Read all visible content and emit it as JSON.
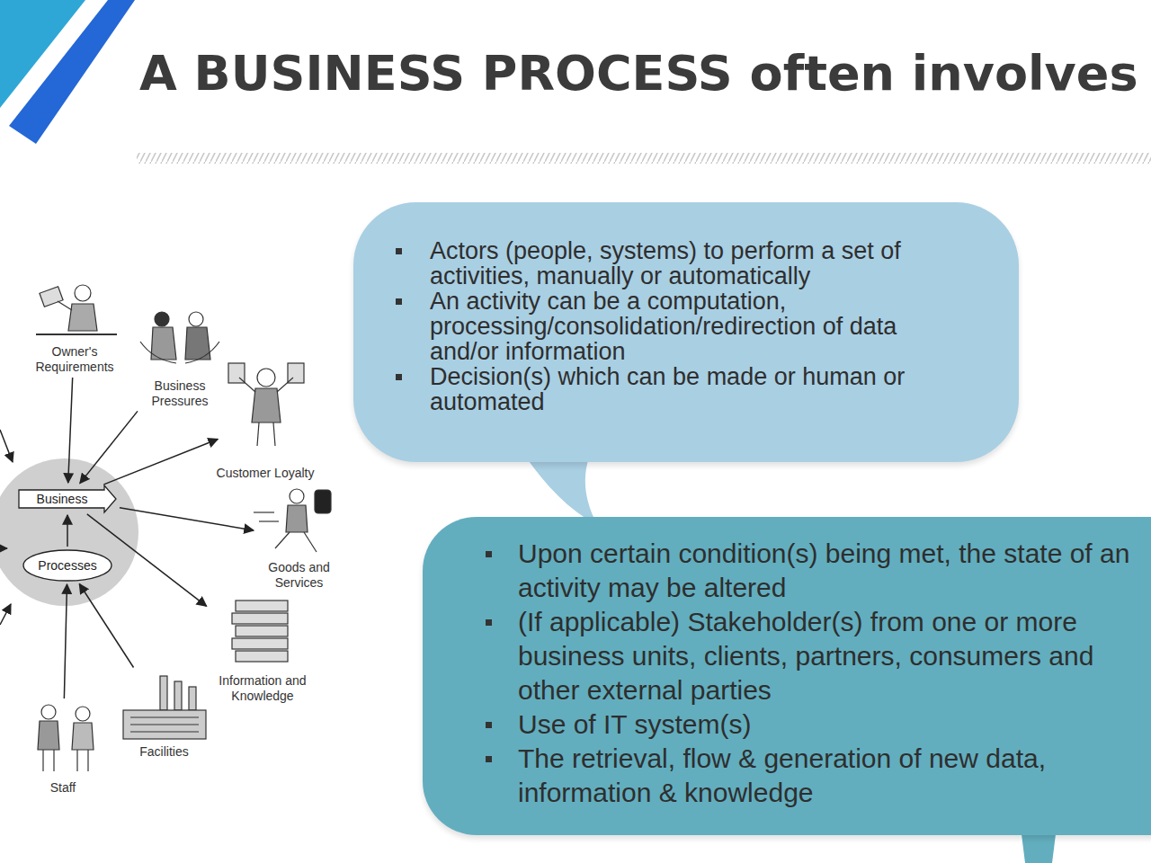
{
  "diagram": {
    "title": "A BUSINESS PROCESS often involves",
    "nodes": [
      {
        "text": [
          "Owner's Requirements"
        ]
      },
      {
        "text": [
          "Business Pressures"
        ]
      },
      {
        "text": [
          "Customer Loyalty"
        ]
      },
      {
        "text": [
          "Business"
        ]
      },
      {
        "text": [
          "Processes"
        ]
      },
      {
        "text": [
          "Goods and Services"
        ]
      },
      {
        "text": [
          "Information and Knowledge"
        ]
      },
      {
        "text": [
          "Facilities"
        ]
      },
      {
        "text": [
          "Staff"
        ]
      },
      {
        "text": [
          "Actors (people, systems) to perform a set of activities, manually or automatically",
          "An activity can be a computation, processing/consolidation/redirection of data and/or information",
          "Decision(s) which can be made or human or automated"
        ]
      },
      {
        "text": [
          "Upon certain condition(s) being met, the state of an activity may be altered",
          "(If applicable) Stakeholder(s) from one or more business units, clients, partners, consumers and other external parties",
          "Use of IT system(s)",
          "The retrieval, flow & generation of new data, information & knowledge"
        ]
      }
    ],
    "edges": [
      {
        "from": 0,
        "to": 3,
        "arrow": "to"
      },
      {
        "from": 1,
        "to": 3,
        "arrow": "to"
      },
      {
        "from": 3,
        "to": 2,
        "arrow": "to"
      },
      {
        "from": 3,
        "to": 5,
        "arrow": "to"
      },
      {
        "from": 3,
        "to": 6,
        "arrow": "to"
      },
      {
        "from": 7,
        "to": 4,
        "arrow": "to"
      },
      {
        "from": 8,
        "to": 4,
        "arrow": "to"
      },
      {
        "from": 4,
        "to": 3,
        "arrow": "to"
      }
    ]
  }
}
